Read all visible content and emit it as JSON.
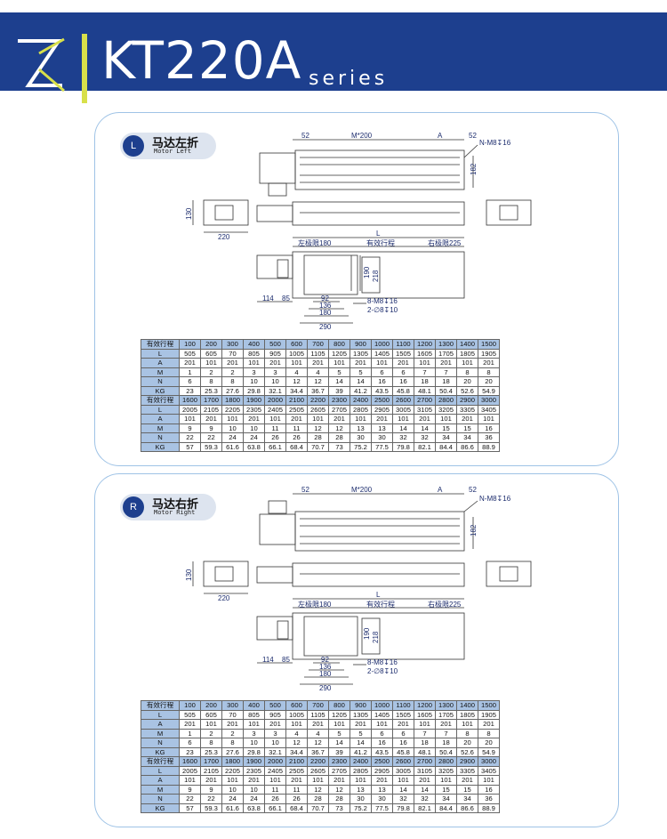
{
  "header": {
    "title": "KT220A",
    "subtitle": "series",
    "bg": "#1d3f8e",
    "accent": "#d8e04a"
  },
  "panels": [
    {
      "badge_letter": "L",
      "badge_cn": "马达左折",
      "badge_en": "Motor Left"
    },
    {
      "badge_letter": "R",
      "badge_cn": "马达右折",
      "badge_en": "Motor Right"
    }
  ],
  "dims": {
    "d52a": "52",
    "m200": "M*200",
    "a": "A",
    "d52b": "52",
    "nm8": "N-M8↧16",
    "h182": "182",
    "w130": "130",
    "w220": "220",
    "l": "L",
    "left_limit": "左极限180",
    "effective": "有效行程",
    "right_limit": "右极限225",
    "d190": "190",
    "d218": "218",
    "d114": "114",
    "d85": "85",
    "d92": "92",
    "d136": "136",
    "d180": "180",
    "d290": "290",
    "m8": "8-M8↧16",
    "phi8": "2-∅8↧10"
  },
  "table": {
    "head1": [
      "有效行程",
      "100",
      "200",
      "300",
      "400",
      "500",
      "600",
      "700",
      "800",
      "900",
      "1000",
      "1100",
      "1200",
      "1300",
      "1400",
      "1500"
    ],
    "rows1": [
      [
        "L",
        "505",
        "605",
        "70",
        "805",
        "905",
        "1005",
        "1105",
        "1205",
        "1305",
        "1405",
        "1505",
        "1605",
        "1705",
        "1805",
        "1905"
      ],
      [
        "A",
        "201",
        "101",
        "201",
        "101",
        "201",
        "101",
        "201",
        "101",
        "201",
        "101",
        "201",
        "101",
        "201",
        "101",
        "201"
      ],
      [
        "M",
        "1",
        "2",
        "2",
        "3",
        "3",
        "4",
        "4",
        "5",
        "5",
        "6",
        "6",
        "7",
        "7",
        "8",
        "8"
      ],
      [
        "N",
        "6",
        "8",
        "8",
        "10",
        "10",
        "12",
        "12",
        "14",
        "14",
        "16",
        "16",
        "18",
        "18",
        "20",
        "20"
      ],
      [
        "KG",
        "23",
        "25.3",
        "27.6",
        "29.8",
        "32.1",
        "34.4",
        "36.7",
        "39",
        "41.2",
        "43.5",
        "45.8",
        "48.1",
        "50.4",
        "52.6",
        "54.9"
      ]
    ],
    "head2": [
      "有效行程",
      "1600",
      "1700",
      "1800",
      "1900",
      "2000",
      "2100",
      "2200",
      "2300",
      "2400",
      "2500",
      "2600",
      "2700",
      "2800",
      "2900",
      "3000"
    ],
    "rows2": [
      [
        "L",
        "2005",
        "2105",
        "2205",
        "2305",
        "2405",
        "2505",
        "2605",
        "2705",
        "2805",
        "2905",
        "3005",
        "3105",
        "3205",
        "3305",
        "3405"
      ],
      [
        "A",
        "101",
        "201",
        "101",
        "201",
        "101",
        "201",
        "101",
        "201",
        "101",
        "201",
        "101",
        "201",
        "101",
        "201",
        "101"
      ],
      [
        "M",
        "9",
        "9",
        "10",
        "10",
        "11",
        "11",
        "12",
        "12",
        "13",
        "13",
        "14",
        "14",
        "15",
        "15",
        "16"
      ],
      [
        "N",
        "22",
        "22",
        "24",
        "24",
        "26",
        "26",
        "28",
        "28",
        "30",
        "30",
        "32",
        "32",
        "34",
        "34",
        "36"
      ],
      [
        "KG",
        "57",
        "59.3",
        "61.6",
        "63.8",
        "66.1",
        "68.4",
        "70.7",
        "73",
        "75.2",
        "77.5",
        "79.8",
        "82.1",
        "84.4",
        "86.6",
        "88.9"
      ]
    ]
  }
}
